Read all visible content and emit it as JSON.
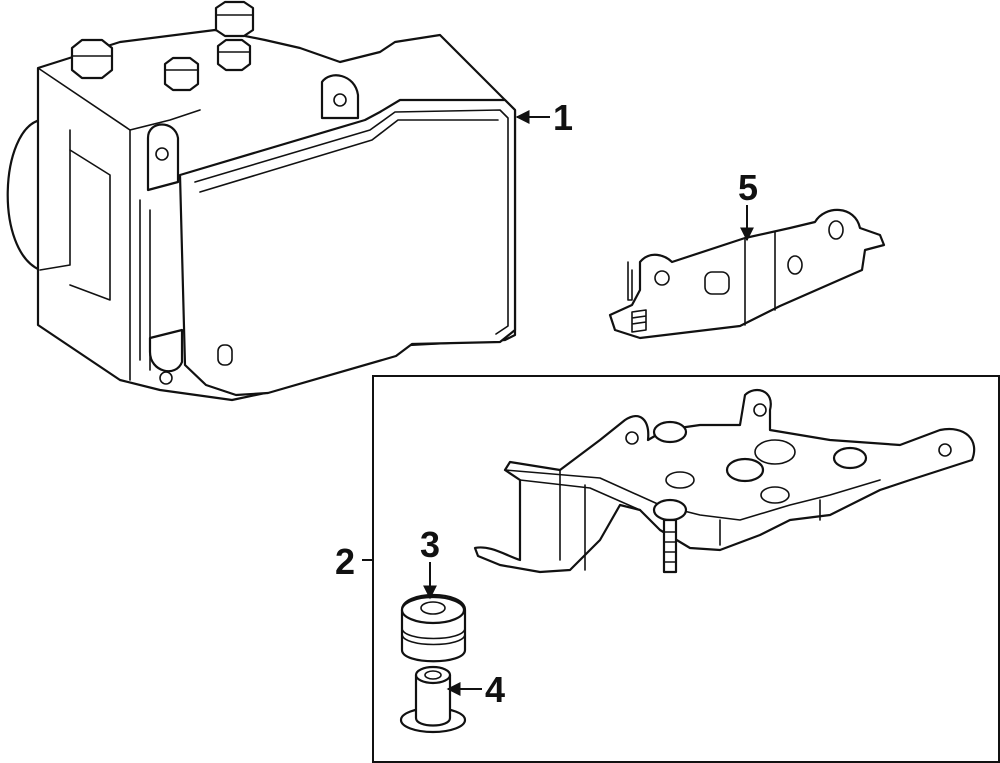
{
  "callouts": {
    "c1": "1",
    "c2": "2",
    "c3": "3",
    "c4": "4",
    "c5": "5"
  },
  "colors": {
    "line": "#111111",
    "background": "#ffffff"
  }
}
